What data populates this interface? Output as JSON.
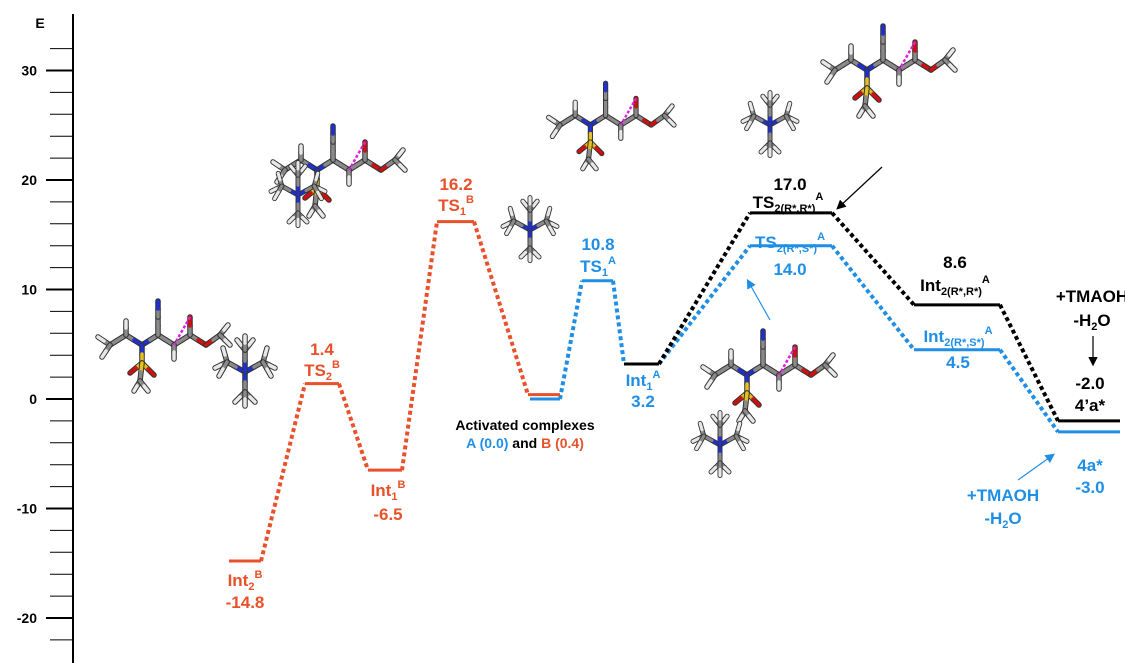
{
  "colors": {
    "blue": "#1f8fe6",
    "red": "#e8512a",
    "black": "#000000",
    "magenta": "#e020e0"
  },
  "chart_data": {
    "type": "energy-profile",
    "ylabel": "E",
    "ylim": [
      -24,
      35
    ],
    "ticks": [
      30,
      20,
      10,
      0,
      -10,
      -20
    ],
    "tick_labels": [
      "30",
      "20",
      "10",
      "0",
      "-10",
      "-20"
    ],
    "series": [
      {
        "color": "red",
        "levels": [
          {
            "id": "int2b",
            "value": -14.8
          },
          {
            "id": "ts2b",
            "value": 1.4
          },
          {
            "id": "int1b",
            "value": -6.5
          },
          {
            "id": "ts1b",
            "value": 16.2
          },
          {
            "id": "acb",
            "value": 0.4
          }
        ]
      },
      {
        "color": "blue",
        "levels": [
          {
            "id": "aca",
            "value": 0.0
          },
          {
            "id": "ts1a",
            "value": 10.8
          },
          {
            "id": "int1a",
            "value": 3.2
          },
          {
            "id": "ts2rsa",
            "value": 14.0
          },
          {
            "id": "int2rsa",
            "value": 4.5
          },
          {
            "id": "p4a",
            "value": -3.0
          }
        ]
      },
      {
        "color": "black",
        "levels": [
          {
            "id": "int1a",
            "value": 3.2
          },
          {
            "id": "ts2rra",
            "value": 17.0
          },
          {
            "id": "int2rra",
            "value": 8.6
          },
          {
            "id": "p4pa",
            "value": -2.0
          }
        ]
      }
    ],
    "labels": {
      "int2b_name": "Int",
      "int2b_sub": "2",
      "int2b_sup": "B",
      "int2b_val": "-14.8",
      "ts2b_val": "1.4",
      "ts2b_name": "TS",
      "ts2b_sub": "2",
      "ts2b_sup": "B",
      "int1b_name": "Int",
      "int1b_sub": "1",
      "int1b_sup": "B",
      "int1b_val": "-6.5",
      "ts1b_val": "16.2",
      "ts1b_name": "TS",
      "ts1b_sub": "1",
      "ts1b_sup": "B",
      "ts1a_val": "10.8",
      "ts1a_name": "TS",
      "ts1a_sub": "1",
      "ts1a_sup": "A",
      "int1a_name": "Int",
      "int1a_sub": "1",
      "int1a_sup": "A",
      "int1a_val": "3.2",
      "ac_title": "Activated complexes",
      "ac_a": "A (0.0)",
      "ac_and": " and ",
      "ac_b": "B (0.4)",
      "ts2rra_val": "17.0",
      "ts2rra_name": "TS",
      "ts2rra_sub": "2(R*,R*)",
      "ts2rra_sup": "A",
      "ts2rsa_name": "TS",
      "ts2rsa_sub": "2(R*,S*)",
      "ts2rsa_sup": "A",
      "ts2rsa_val": "14.0",
      "int2rra_val": "8.6",
      "int2rra_name": "Int",
      "int2rra_sub": "2(R*,R*)",
      "int2rra_sup": "A",
      "int2rsa_name": "Int",
      "int2rsa_sub": "2(R*,S*)",
      "int2rsa_sup": "A",
      "int2rsa_val": "4.5",
      "tmaoh_black": "+TMAOH",
      "h2o_black_pre": "-H",
      "h2o_black_sub": "2",
      "h2o_black_post": "O",
      "p4pa_val": "-2.0",
      "p4pa_name": "4’a*",
      "p4a_name": "4a*",
      "p4a_val": "-3.0",
      "tmaoh_blue": "+TMAOH",
      "h2o_blue_pre": "-H",
      "h2o_blue_sub": "2",
      "h2o_blue_post": "O"
    }
  }
}
